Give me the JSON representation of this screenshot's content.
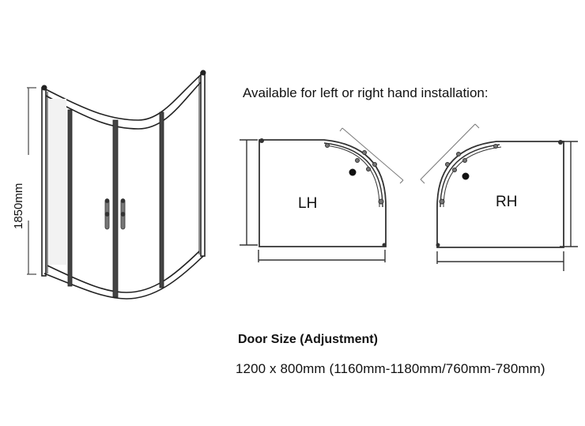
{
  "elevation": {
    "height_label": "1850mm"
  },
  "installation": {
    "title": "Available for left or right hand installation:",
    "plans": [
      {
        "label": "LH"
      },
      {
        "label": "RH"
      }
    ]
  },
  "door_size": {
    "title": "Door Size (Adjustment)",
    "spec": "1200 x 800mm (1160mm-1180mm/760mm-780mm)"
  }
}
